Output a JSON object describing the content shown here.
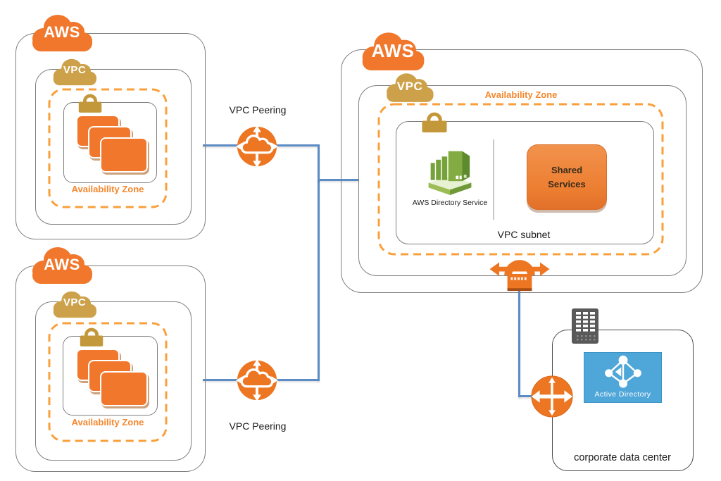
{
  "colors": {
    "aws_orange": "#F0772B",
    "vpc_gold": "#CDA14A",
    "lock_gold": "#C3983B",
    "az_dash_orange": "#F9A03C",
    "az_text_orange": "#F5872E",
    "peering_orange": "#ED7623",
    "connector_blue": "#5C8CC5",
    "box_border_gray": "#7F7F7F",
    "directory_green": "#76A23A",
    "active_directory_blue": "#4FA6D8",
    "building_gray": "#595959",
    "shared_services_orange": "#EE8440"
  },
  "vpc_a": {
    "aws_label": "AWS",
    "vpc_label": "VPC",
    "az_label": "Availability Zone"
  },
  "vpc_b": {
    "aws_label": "AWS",
    "vpc_label": "VPC",
    "az_label": "Availability Zone"
  },
  "peering_top": {
    "label": "VPC Peering"
  },
  "peering_bottom": {
    "label": "VPC Peering"
  },
  "shared_vpc": {
    "aws_label": "AWS",
    "vpc_label": "VPC",
    "az_label": "Availability Zone",
    "subnet_label": "VPC subnet",
    "directory_service_label": "AWS Directory Service",
    "shared_services_label": "Shared Services"
  },
  "data_center": {
    "label": "corporate data center",
    "active_directory_label": "Active Directory"
  }
}
